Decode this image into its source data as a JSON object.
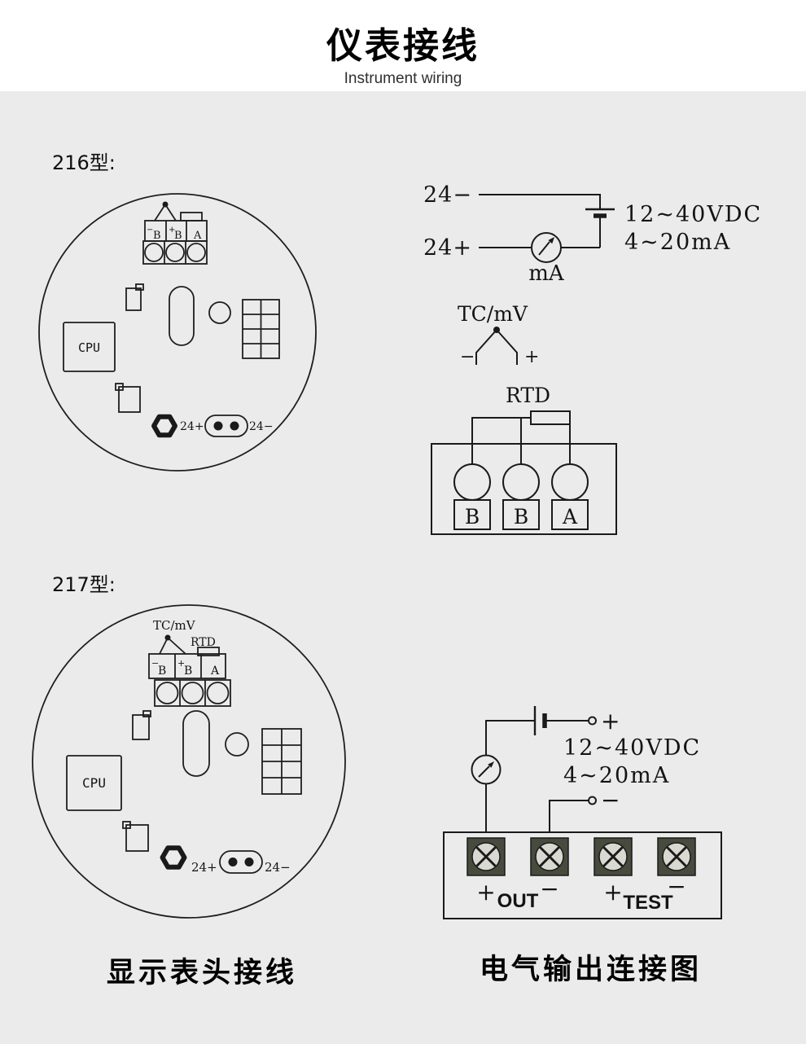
{
  "colors": {
    "background": "#ebebeb",
    "ink": "#1a1a1a"
  },
  "header": {
    "title": "仪表接线",
    "subtitle": "Instrument wiring"
  },
  "model216": {
    "label": "216型:",
    "board": {
      "connector_minus": "−",
      "connector_b1": "B",
      "connector_plus": "+",
      "connector_b2": "B",
      "connector_a": "A",
      "cpu": "CPU",
      "power_plus": "24+",
      "power_minus": "24−"
    },
    "loop": {
      "wire_minus": "24−",
      "wire_plus": "24+",
      "spec_voltage": "12~40VDC",
      "spec_current": "4~20mA",
      "meter": "mA"
    },
    "sensor": {
      "tc_label": "TC/mV",
      "tc_minus": "−",
      "tc_plus": "+",
      "rtd_label": "RTD",
      "terminal_b1": "B",
      "terminal_b2": "B",
      "terminal_a": "A"
    }
  },
  "model217": {
    "label": "217型:",
    "board": {
      "tc_label": "TC/mV",
      "rtd_label": "RTD",
      "connector_minus": "−",
      "connector_b1": "B",
      "connector_plus": "+",
      "connector_b2": "B",
      "connector_a": "A",
      "cpu": "CPU",
      "power_plus": "24+",
      "power_minus": "24−"
    },
    "output": {
      "supply_plus": "+",
      "supply_minus": "−",
      "spec_voltage": "12~40VDC",
      "spec_current": "4~20mA",
      "out_plus": "+",
      "out_label": "OUT",
      "out_minus": "−",
      "test_plus": "+",
      "test_label": "TEST",
      "test_minus": "−"
    }
  },
  "captions": {
    "display_head": "显示表头接线",
    "electrical_output": "电气输出连接图"
  }
}
